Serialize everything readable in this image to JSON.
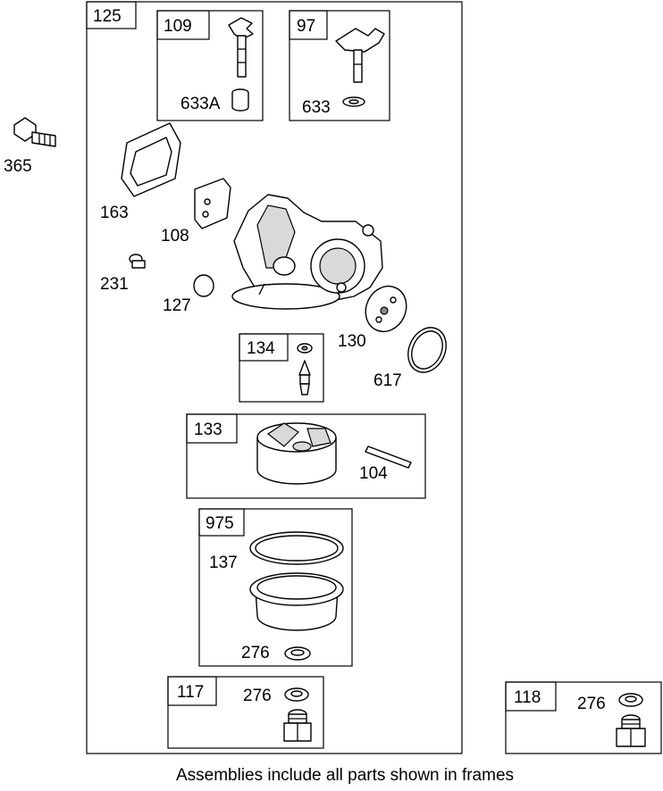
{
  "frames": {
    "f125": "125",
    "f109": "109",
    "f97": "97",
    "f134": "134",
    "f133": "133",
    "f975": "975",
    "f117": "117",
    "f118": "118"
  },
  "labels": {
    "p633a": "633A",
    "p633": "633",
    "p365": "365",
    "p163": "163",
    "p108": "108",
    "p231": "231",
    "p127": "127",
    "p130": "130",
    "p617": "617",
    "p104": "104",
    "p137": "137",
    "p276a": "276",
    "p276b": "276",
    "p276c": "276"
  },
  "caption": "Assemblies include all parts shown in frames"
}
